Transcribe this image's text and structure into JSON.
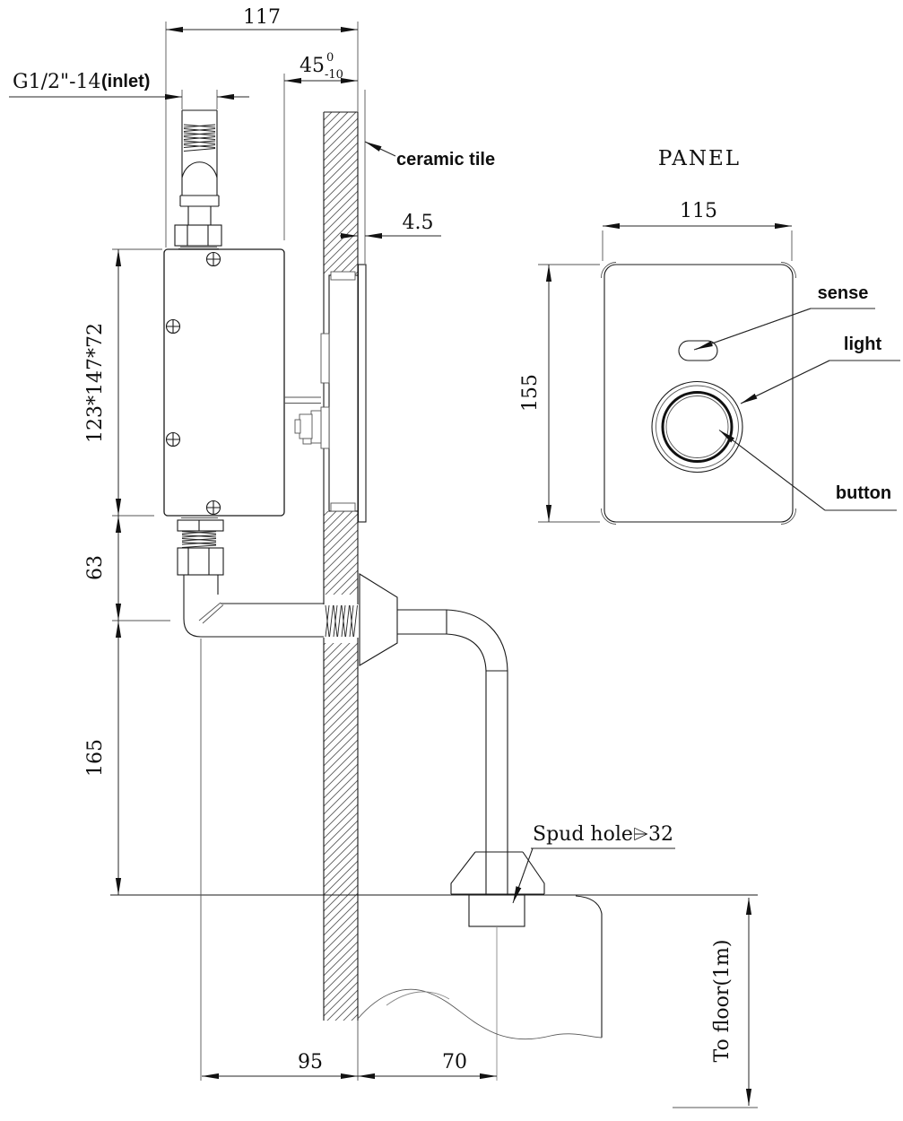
{
  "colors": {
    "line": "#1a1a1a",
    "background": "#ffffff"
  },
  "drawing": {
    "side_view": {
      "inlet_thread_label": "G1/2\"-14",
      "inlet_suffix_label": "(inlet)",
      "wall_label": "ceramic tile",
      "spud_label": "Spud hole⌲32",
      "floor_label": "To floor(1m)",
      "dims": {
        "top_width": "117",
        "box_to_wall": "45",
        "box_to_wall_tol_upper": "0",
        "box_to_wall_tol_lower": "-10",
        "tile_thickness": "4.5",
        "valve_box_size": "123*147*72",
        "outlet_offset": "63",
        "spud_height": "165",
        "pipe_to_wall": "95",
        "wall_to_spud": "70"
      }
    },
    "panel_view": {
      "title": "PANEL",
      "labels": {
        "sense": "sense",
        "light": "light",
        "button": "button"
      },
      "dims": {
        "width": "115",
        "height": "155"
      }
    }
  }
}
